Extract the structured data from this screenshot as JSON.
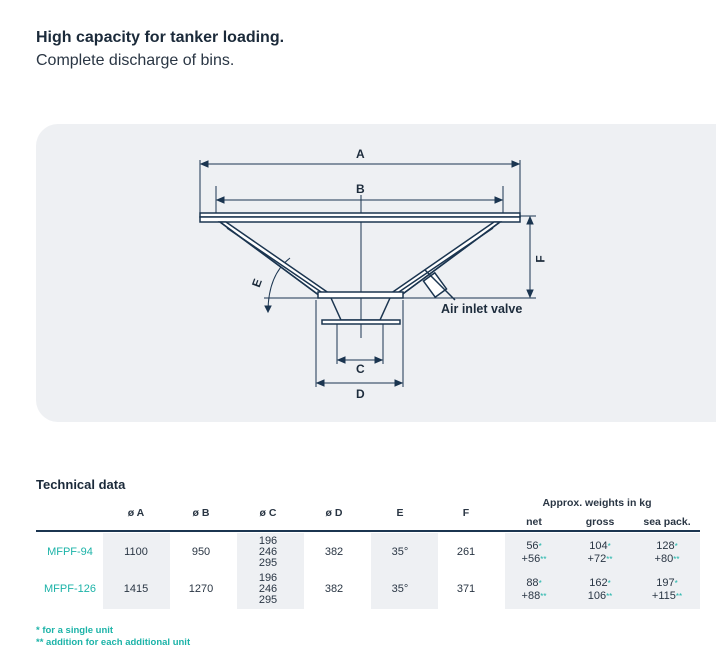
{
  "header": {
    "title": "High capacity for tanker loading.",
    "subtitle": "Complete discharge of bins."
  },
  "diagram": {
    "labels": {
      "a": "A",
      "b": "B",
      "c": "C",
      "d": "D",
      "e": "E",
      "f": "F",
      "air_inlet_valve": "Air inlet valve"
    }
  },
  "technical_data": {
    "title": "Technical data",
    "headers": {
      "a": "ø A",
      "b": "ø B",
      "c": "ø C",
      "d": "ø D",
      "e": "E",
      "f": "F",
      "weights": "Approx. weights in kg",
      "net": "net",
      "gross": "gross",
      "sea": "sea pack."
    },
    "rows": [
      {
        "model": "MFPF-94",
        "a": "1100",
        "b": "950",
        "c": [
          "196",
          "246",
          "295"
        ],
        "d": "382",
        "e": "35°",
        "f": "261",
        "net": [
          "56",
          "+56"
        ],
        "gross": [
          "104",
          "+72"
        ],
        "sea": [
          "128",
          "+80"
        ]
      },
      {
        "model": "MFPF-126",
        "a": "1415",
        "b": "1270",
        "c": [
          "196",
          "246",
          "295"
        ],
        "d": "382",
        "e": "35°",
        "f": "371",
        "net": [
          "88",
          "+88"
        ],
        "gross": [
          "162",
          "106"
        ],
        "sea": [
          "197",
          "+115"
        ]
      }
    ],
    "star_single": "*",
    "star_double": "**",
    "notes": [
      "* for a single unit",
      "** addition for each additional unit"
    ]
  },
  "colors": {
    "accent": "#1cb3a8",
    "line": "#1b3550",
    "panel": "#eef0f3"
  }
}
